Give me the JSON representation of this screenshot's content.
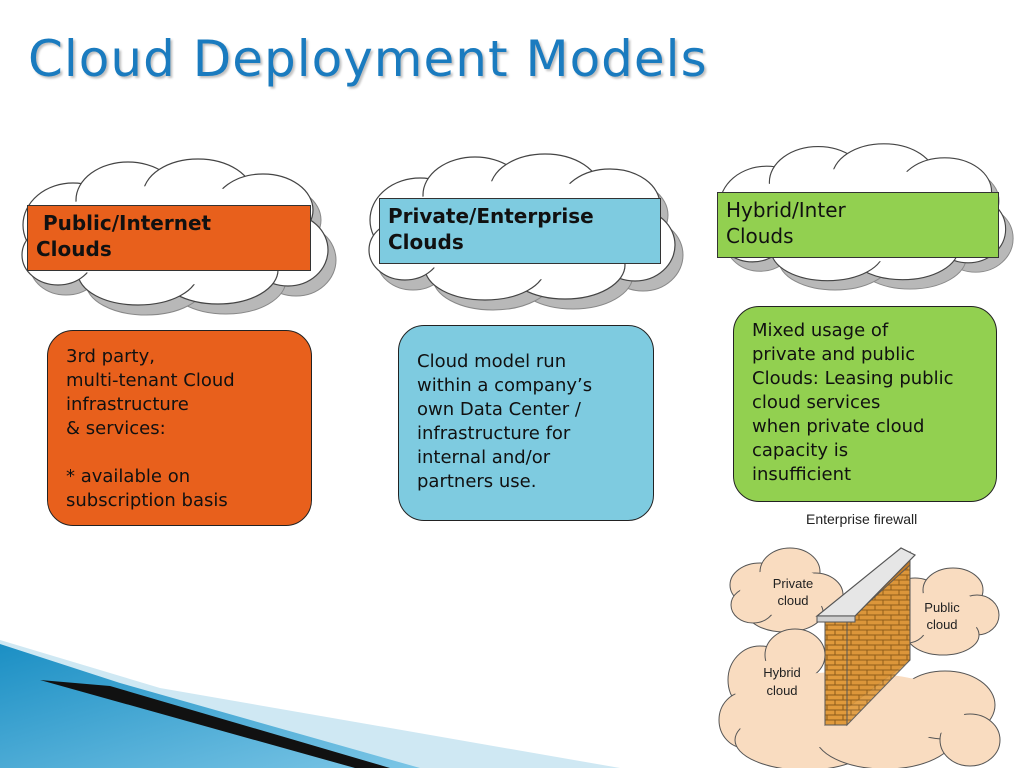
{
  "title": "Cloud Deployment Models",
  "models": [
    {
      "label_line1": " Public/Internet",
      "label_line2": "Clouds",
      "color": "#e8601c",
      "description": "3rd party,\nmulti-tenant Cloud\ninfrastructure\n& services:\n\n * available on\nsubscription basis"
    },
    {
      "label_line1": "Private/Enterprise",
      "label_line2": "Clouds",
      "color": "#7ecbe0",
      "description": "Cloud model run\nwithin a company’s\nown Data Center /\ninfrastructure for\ninternal and/or\n partners use."
    },
    {
      "label_line1": "Hybrid/Inter",
      "label_line2": "Clouds",
      "color": "#92d050",
      "description": "Mixed usage of\nprivate and public\nClouds: Leasing public\ncloud services\nwhen private cloud\ncapacity is\ninsufficient"
    }
  ],
  "firewall_diagram": {
    "caption": "Enterprise firewall",
    "private_line1": "Private",
    "private_line2": "cloud",
    "public_line1": "Public",
    "public_line2": "cloud",
    "hybrid_line1": "Hybrid",
    "hybrid_line2": "cloud",
    "cloud_fill": "#f9dcc0",
    "wall_color": "#e09a3c"
  }
}
